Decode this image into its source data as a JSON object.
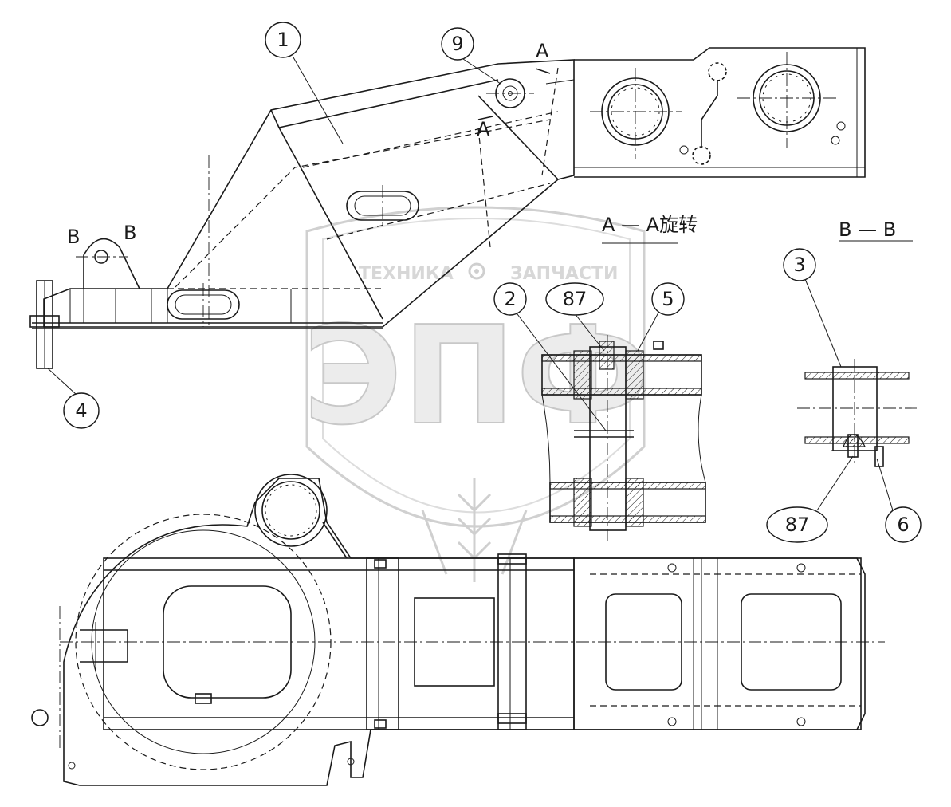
{
  "callouts": [
    {
      "id": "c1",
      "text": "1"
    },
    {
      "id": "c2",
      "text": "2"
    },
    {
      "id": "c3",
      "text": "3"
    },
    {
      "id": "c4",
      "text": "4"
    },
    {
      "id": "c5",
      "text": "5"
    },
    {
      "id": "c6",
      "text": "6"
    },
    {
      "id": "c87a",
      "text": "87"
    },
    {
      "id": "c87b",
      "text": "87"
    },
    {
      "id": "c9",
      "text": "9"
    }
  ],
  "section_labels": {
    "a_top": "A",
    "a_bottom": "A",
    "b_left": "B",
    "b_right": "B",
    "aa_view": "A — A旋转",
    "bb_view": "B — B"
  },
  "watermark": {
    "left_word": "ТЕХНИКА",
    "right_word": "ЗАПЧАСТИ",
    "big_letters": "ЭПФ"
  }
}
